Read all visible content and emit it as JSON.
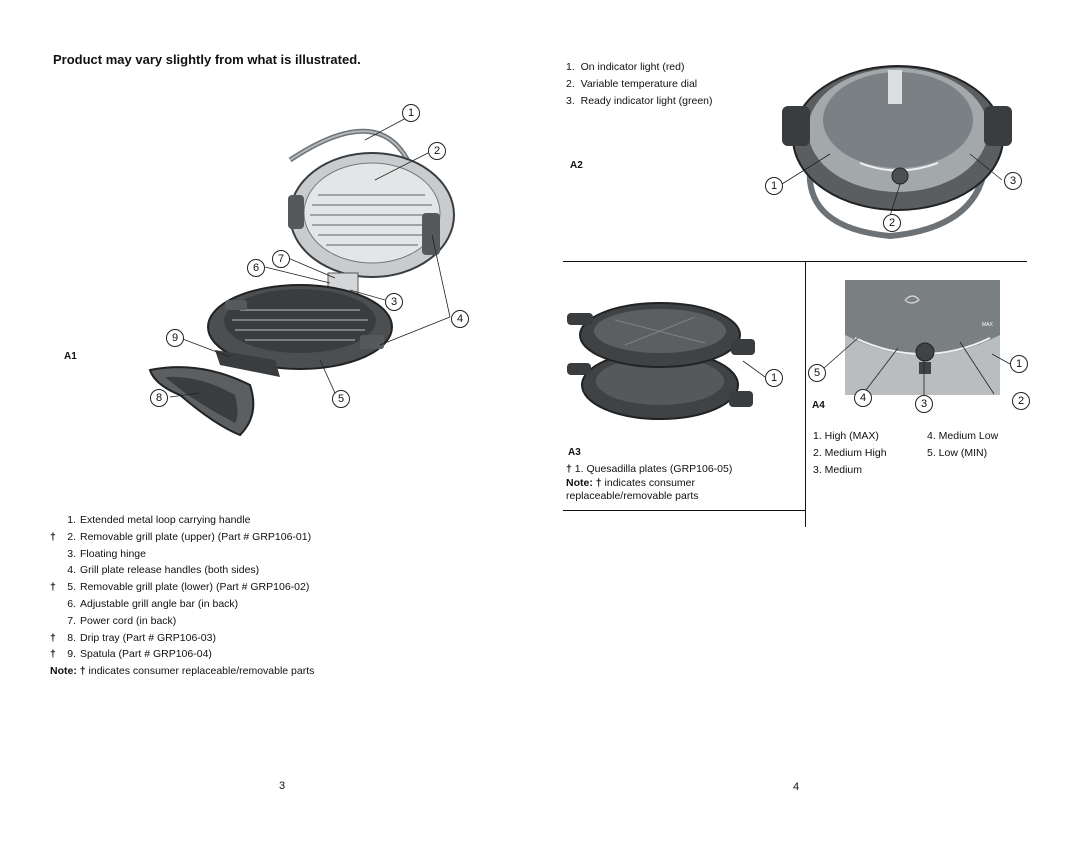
{
  "left_page": {
    "title": "Product may vary slightly from what is illustrated.",
    "figure_label": "A1",
    "callouts": [
      "1",
      "2",
      "3",
      "4",
      "5",
      "6",
      "7",
      "8",
      "9"
    ],
    "parts": [
      {
        "dagger": "",
        "num": "1.",
        "text": "Extended metal loop carrying handle"
      },
      {
        "dagger": "†",
        "num": "2.",
        "text": "Removable grill plate (upper) (Part # GRP106-01)"
      },
      {
        "dagger": "",
        "num": "3.",
        "text": "Floating hinge"
      },
      {
        "dagger": "",
        "num": "4.",
        "text": "Grill plate release handles (both sides)"
      },
      {
        "dagger": "†",
        "num": "5.",
        "text": "Removable grill plate (lower) (Part # GRP106-02)"
      },
      {
        "dagger": "",
        "num": "6.",
        "text": "Adjustable grill angle bar (in back)"
      },
      {
        "dagger": "",
        "num": "7.",
        "text": "Power cord (in back)"
      },
      {
        "dagger": "†",
        "num": "8.",
        "text": "Drip tray (Part # GRP106-03)"
      },
      {
        "dagger": "†",
        "num": "9.",
        "text": "Spatula (Part # GRP106-04)"
      }
    ],
    "note_label": "Note:",
    "note_dagger": "†",
    "note_text": "indicates consumer replaceable/removable parts",
    "page_number": "3"
  },
  "right_page": {
    "a2_items": [
      {
        "num": "1.",
        "text": "On indicator light (red)"
      },
      {
        "num": "2.",
        "text": "Variable temperature dial"
      },
      {
        "num": "3.",
        "text": "Ready indicator light (green)"
      }
    ],
    "a2_label": "A2",
    "a2_callouts": [
      "1",
      "2",
      "3"
    ],
    "a3_label": "A3",
    "a3_callouts": [
      "1"
    ],
    "a3_dagger": "†",
    "a3_item": "1. Quesadilla plates (GRP106-05)",
    "a3_note_label": "Note:",
    "a3_note_dagger": "†",
    "a3_note_text": "indicates consumer",
    "a3_note_text2": "replaceable/removable parts",
    "a4_label": "A4",
    "a4_callouts": [
      "1",
      "2",
      "3",
      "4",
      "5"
    ],
    "a4_dial_max": "MAX",
    "a4_items_left": [
      "1.  High (MAX)",
      "2.  Medium High",
      "3.  Medium"
    ],
    "a4_items_right": [
      "4.  Medium Low",
      "5.  Low (MIN)"
    ],
    "page_number": "4"
  },
  "colors": {
    "ink": "#111111",
    "steel": "#8a8f93",
    "dark": "#3a3d40",
    "light": "#c9ccce"
  }
}
